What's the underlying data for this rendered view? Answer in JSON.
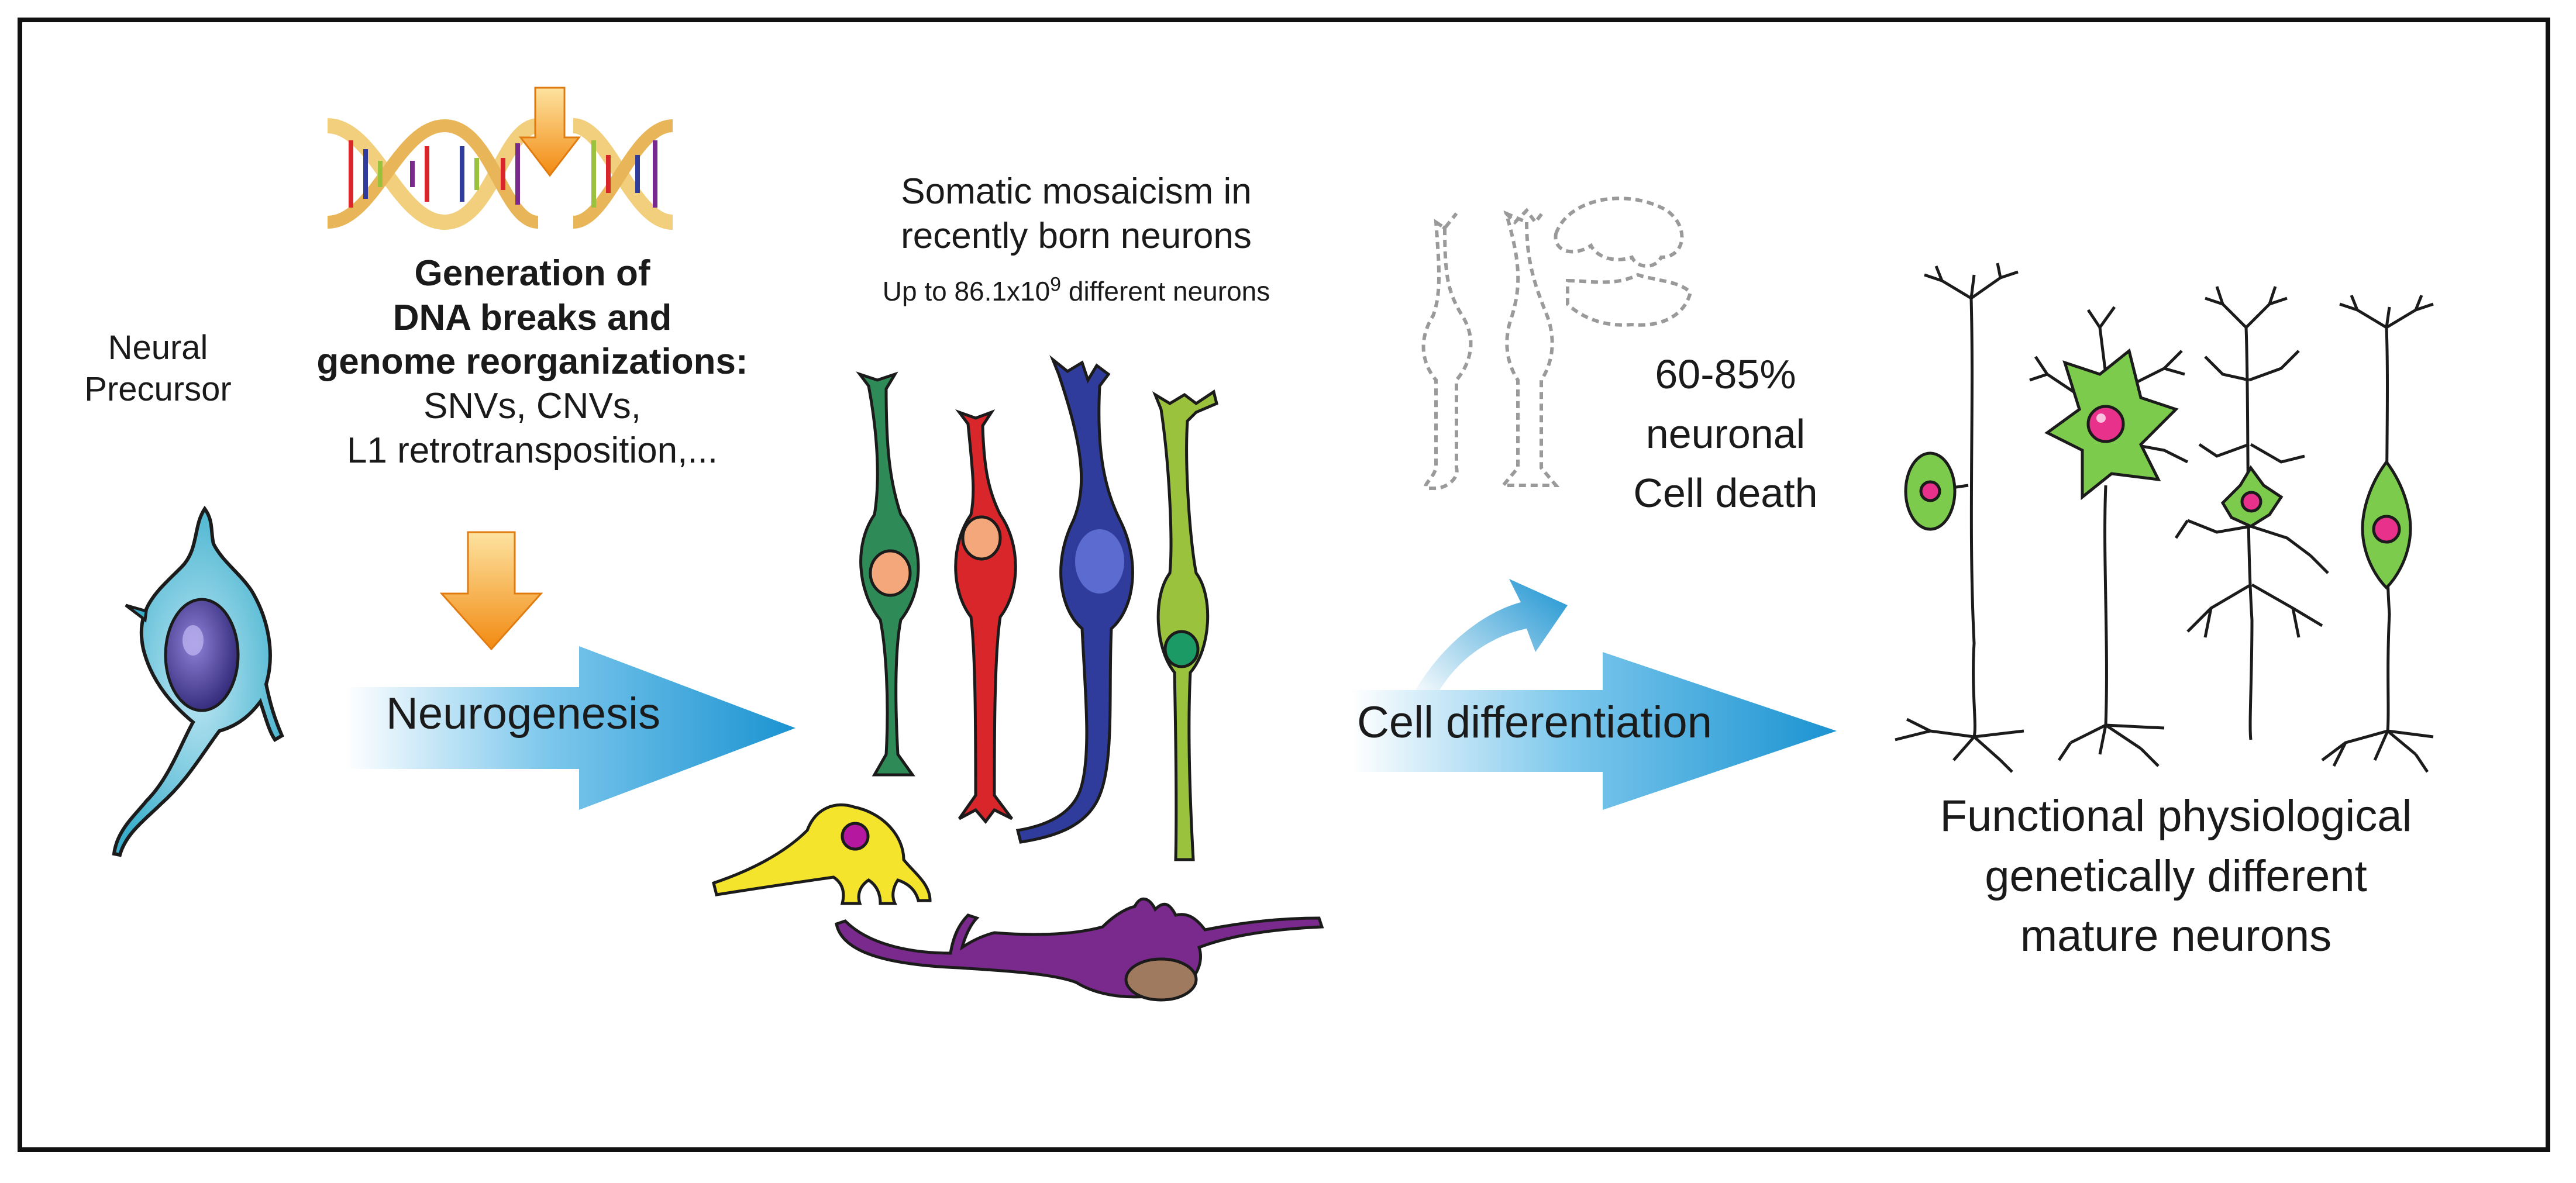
{
  "labels": {
    "neural_precursor": [
      "Neural",
      "Precursor"
    ],
    "dna_heading": [
      "Generation of",
      "DNA breaks and",
      "genome reorganizations:"
    ],
    "dna_types": [
      "SNVs, CNVs,",
      "L1 retrotransposition,..."
    ],
    "neurogenesis": "Neurogenesis",
    "mosaicism": [
      "Somatic mosaicism in",
      "recently born neurons"
    ],
    "mosaicism_count_prefix": "Up to 86.1x10",
    "mosaicism_count_exp": "9",
    "mosaicism_count_suffix": "different neurons",
    "cell_death": [
      "60-85%",
      "neuronal",
      "Cell death"
    ],
    "cell_differentiation": "Cell differentiation",
    "mature_neurons": [
      "Functional physiological",
      "genetically different",
      "mature neurons"
    ]
  },
  "colors": {
    "arrow_blue": "#1e9ad6",
    "arrow_orange": "#f7941d",
    "dna_gold": "#f2cf7c",
    "neuron_green": "#2e8b57",
    "neuron_red": "#d9262b",
    "neuron_blue": "#2f3c9c",
    "neuron_lime": "#9bc23c",
    "neuron_yellow": "#f4e42b",
    "neuron_purple": "#7a2a8c",
    "mature_soma": "#7dcb4c",
    "nucleus_pink": "#e8318a"
  }
}
